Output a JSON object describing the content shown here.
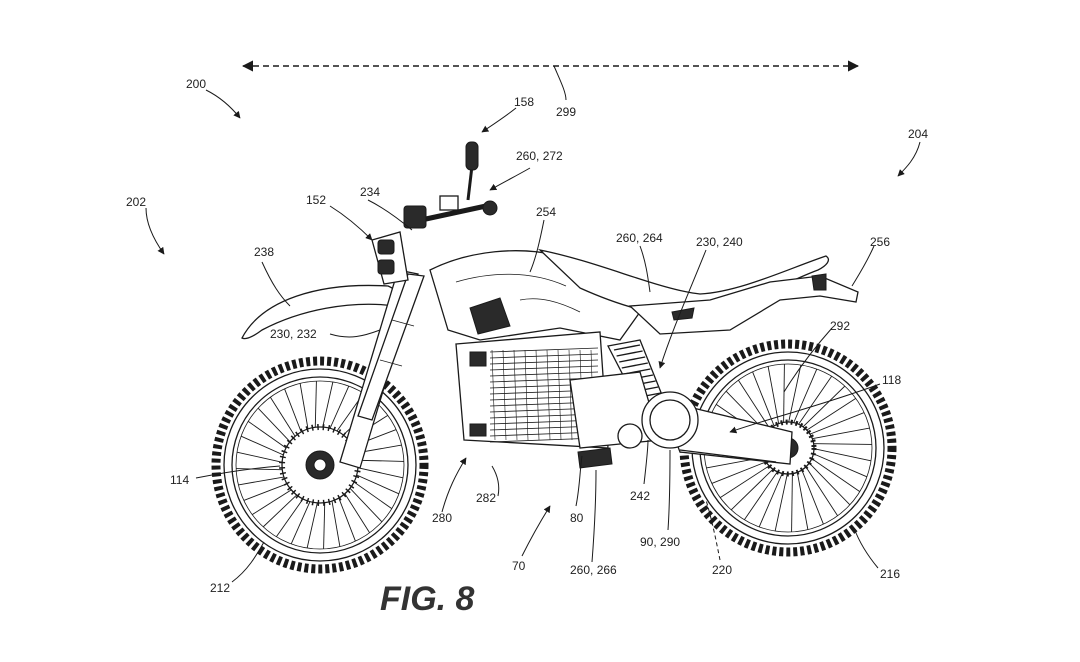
{
  "figure": {
    "title": "FIG. 8"
  },
  "labels": {
    "l200": "200",
    "l202": "202",
    "l204": "204",
    "l299": "299",
    "l158": "158",
    "l260_272": "260, 272",
    "l234": "234",
    "l152": "152",
    "l254": "254",
    "l260_264": "260, 264",
    "l230_240": "230, 240",
    "l256": "256",
    "l238": "238",
    "l230_232": "230, 232",
    "l292": "292",
    "l118": "118",
    "l114": "114",
    "l280": "280",
    "l282": "282",
    "l80": "80",
    "l242": "242",
    "l90_290": "90, 290",
    "l70": "70",
    "l260_266": "260, 266",
    "l220": "220",
    "l212": "212",
    "l216": "216"
  }
}
